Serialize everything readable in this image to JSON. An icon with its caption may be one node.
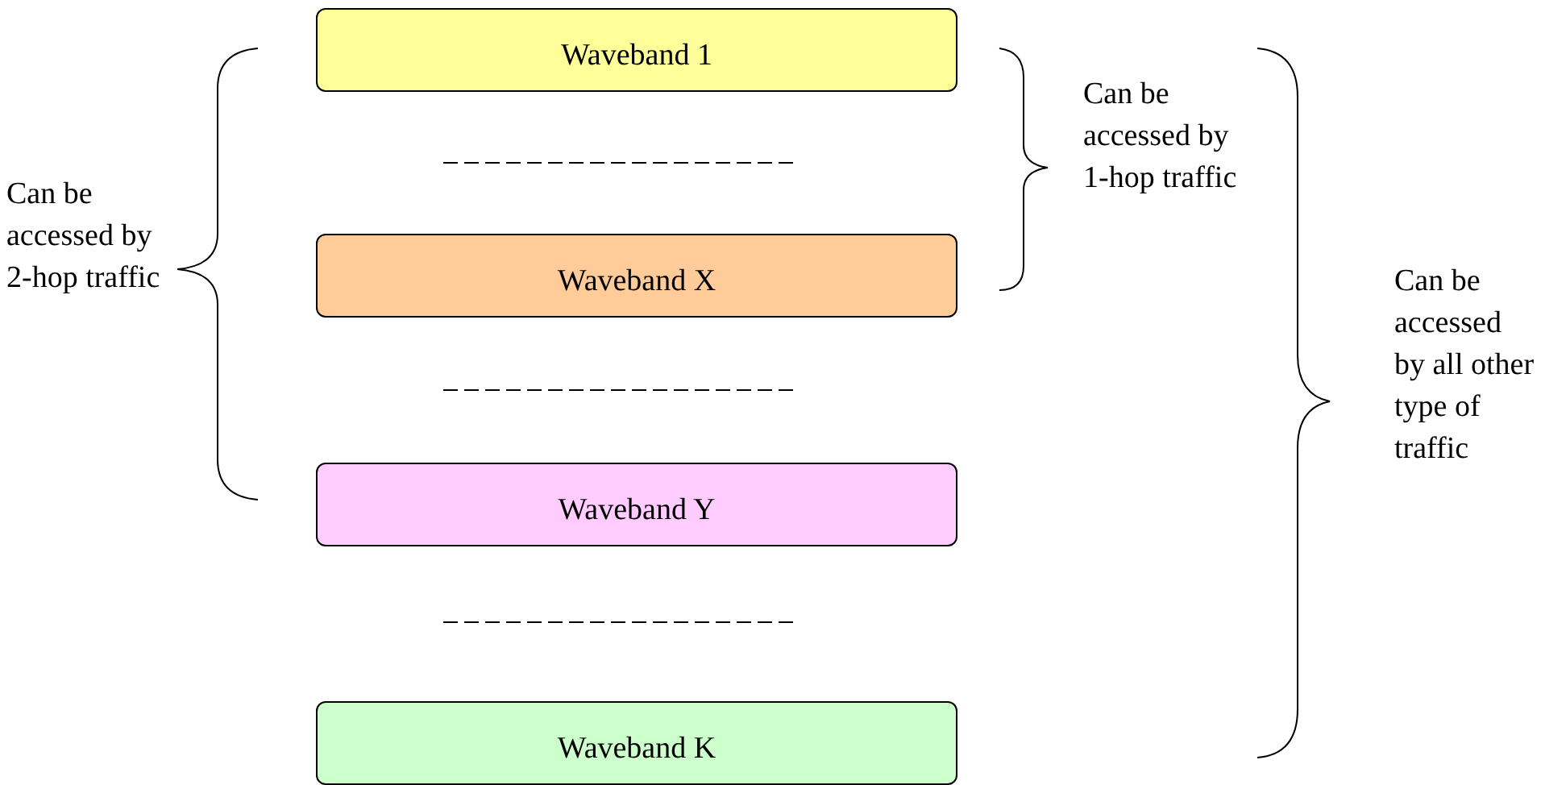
{
  "diagram": {
    "nodes": [
      {
        "text": [
          "Waveband 1"
        ]
      },
      {
        "text": [
          "Waveband X"
        ]
      },
      {
        "text": [
          "Waveband Y"
        ]
      },
      {
        "text": [
          "Waveband K"
        ]
      }
    ],
    "labels": [
      "Can be accessed by 2-hop traffic",
      "Can be accessed by 1-hop traffic",
      "Can be accessed by all other type of traffic"
    ]
  }
}
